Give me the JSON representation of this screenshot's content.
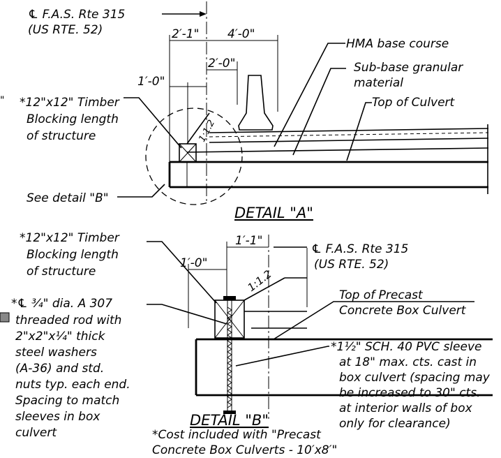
{
  "detail_a": {
    "centerline_label_1": "℄ F.A.S. Rte 315",
    "centerline_label_2": "(US RTE. 52)",
    "dim_2_1": "2′-1\"",
    "dim_4_0": "4′-0\"",
    "dim_2_0": "2′-0\"",
    "dim_1_0": "1′-0\"",
    "slope": "1:1.2",
    "hma_label": "HMA base course",
    "subbase_label_1": "Sub-base granular",
    "subbase_label_2": "material",
    "top_culvert_label": "Top of Culvert",
    "timber_1": "*12\"x12\" Timber",
    "timber_2": "Blocking length",
    "timber_3": "of structure",
    "see_detail": "See detail \"B\"",
    "title": "DETAIL \"A\""
  },
  "detail_b": {
    "timber_1": "*12\"x12\" Timber",
    "timber_2": "Blocking length",
    "timber_3": "of structure",
    "dim_1_1": "1′-1\"",
    "dim_1_0": "1′-0\"",
    "slope": "1:1.2",
    "centerline_label_1": "℄ F.A.S. Rte 315",
    "centerline_label_2": "(US RTE. 52)",
    "top_precast_1": "Top of Precast",
    "top_precast_2": "Concrete Box Culvert",
    "rod_1": "*℄ ³⁄₄\" dia. A 307",
    "rod_2": "threaded rod with",
    "rod_3": "2\"x2\"x¹⁄₄\" thick",
    "rod_4": "steel washers",
    "rod_5": "(A-36) and std.",
    "rod_6": "nuts typ. each end.",
    "rod_7": "Spacing to match",
    "rod_8": "sleeves in box",
    "rod_9": "culvert",
    "pvc_1": "*1¹⁄₂\" SCH. 40 PVC sleeve",
    "pvc_2": "at 18\" max. cts. cast in",
    "pvc_3": "box culvert (spacing may",
    "pvc_4": "be increased to 30\" cts.",
    "pvc_5": "at interior walls of box",
    "pvc_6": "only for clearance)",
    "title": "DETAIL \"B\"",
    "cost_1": "*Cost included with \"Precast",
    "cost_2": "Concrete Box Culverts - 10′x8′\""
  },
  "edge_fragment": "\""
}
